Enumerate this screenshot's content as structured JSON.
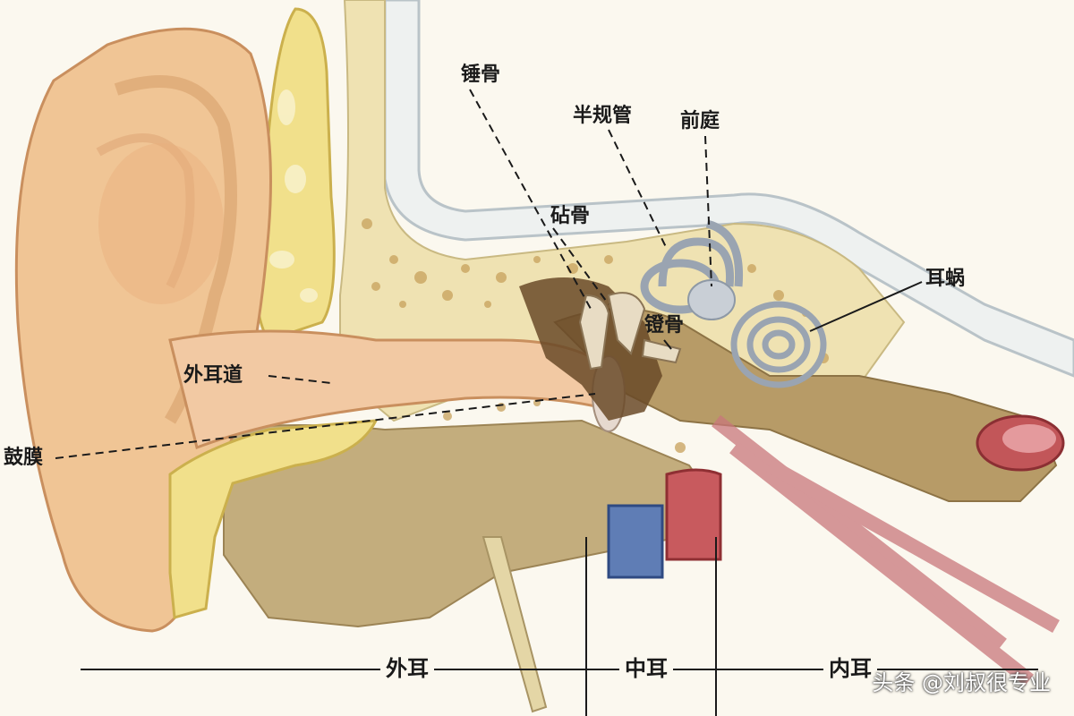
{
  "diagram": {
    "labels": {
      "malleus": "锤骨",
      "semicircular_canals": "半规管",
      "vestibule": "前庭",
      "incus": "砧骨",
      "cochlea": "耳蜗",
      "stapes": "镫骨",
      "ear_canal": "外耳道",
      "eardrum": "鼓膜"
    },
    "sections": {
      "outer_ear": "外耳",
      "middle_ear": "中耳",
      "inner_ear": "内耳"
    },
    "watermark": "头条 @刘叔很专业"
  }
}
